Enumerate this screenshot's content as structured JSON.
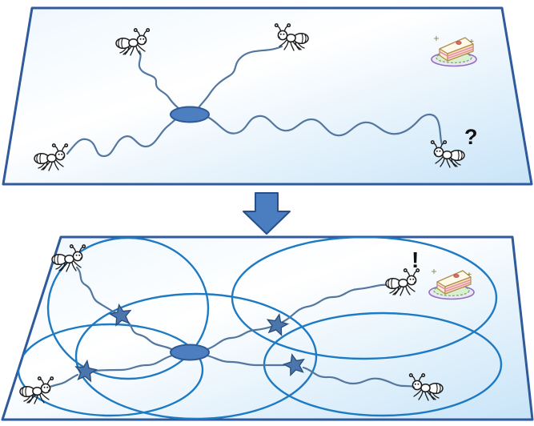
{
  "top_panel": {
    "question_mark": "?",
    "ants": [
      "ant-top-left",
      "ant-top-middle",
      "ant-bottom-left",
      "ant-right-questioning"
    ],
    "icons": {
      "cake": "cake-slice-icon",
      "nest": "nest-node"
    },
    "trail_count": 4
  },
  "transition": {
    "arrow": "down-arrow"
  },
  "bottom_panel": {
    "exclamation_mark": "!",
    "ants": [
      "ant-top-left",
      "ant-near-cake",
      "ant-bottom-left",
      "ant-bottom-right"
    ],
    "icons": {
      "cake": "cake-slice-icon",
      "nest": "nest-node"
    },
    "range_circle_count": 5,
    "star_marker_count": 4,
    "trail_count": 8
  },
  "colors": {
    "panel_border": "#2f5a9b",
    "panel_tint": "#c8e4f8",
    "trail": "#54779f",
    "range_circle": "#1e7ac2",
    "nest_fill": "#4d7ec0",
    "nest_stroke": "#2e5a96",
    "star_fill": "#4a76ad",
    "star_stroke": "#2a4d79",
    "arrow_fill": "#4a7ec0",
    "arrow_stroke": "#27508a",
    "mark_color": "#111111"
  }
}
